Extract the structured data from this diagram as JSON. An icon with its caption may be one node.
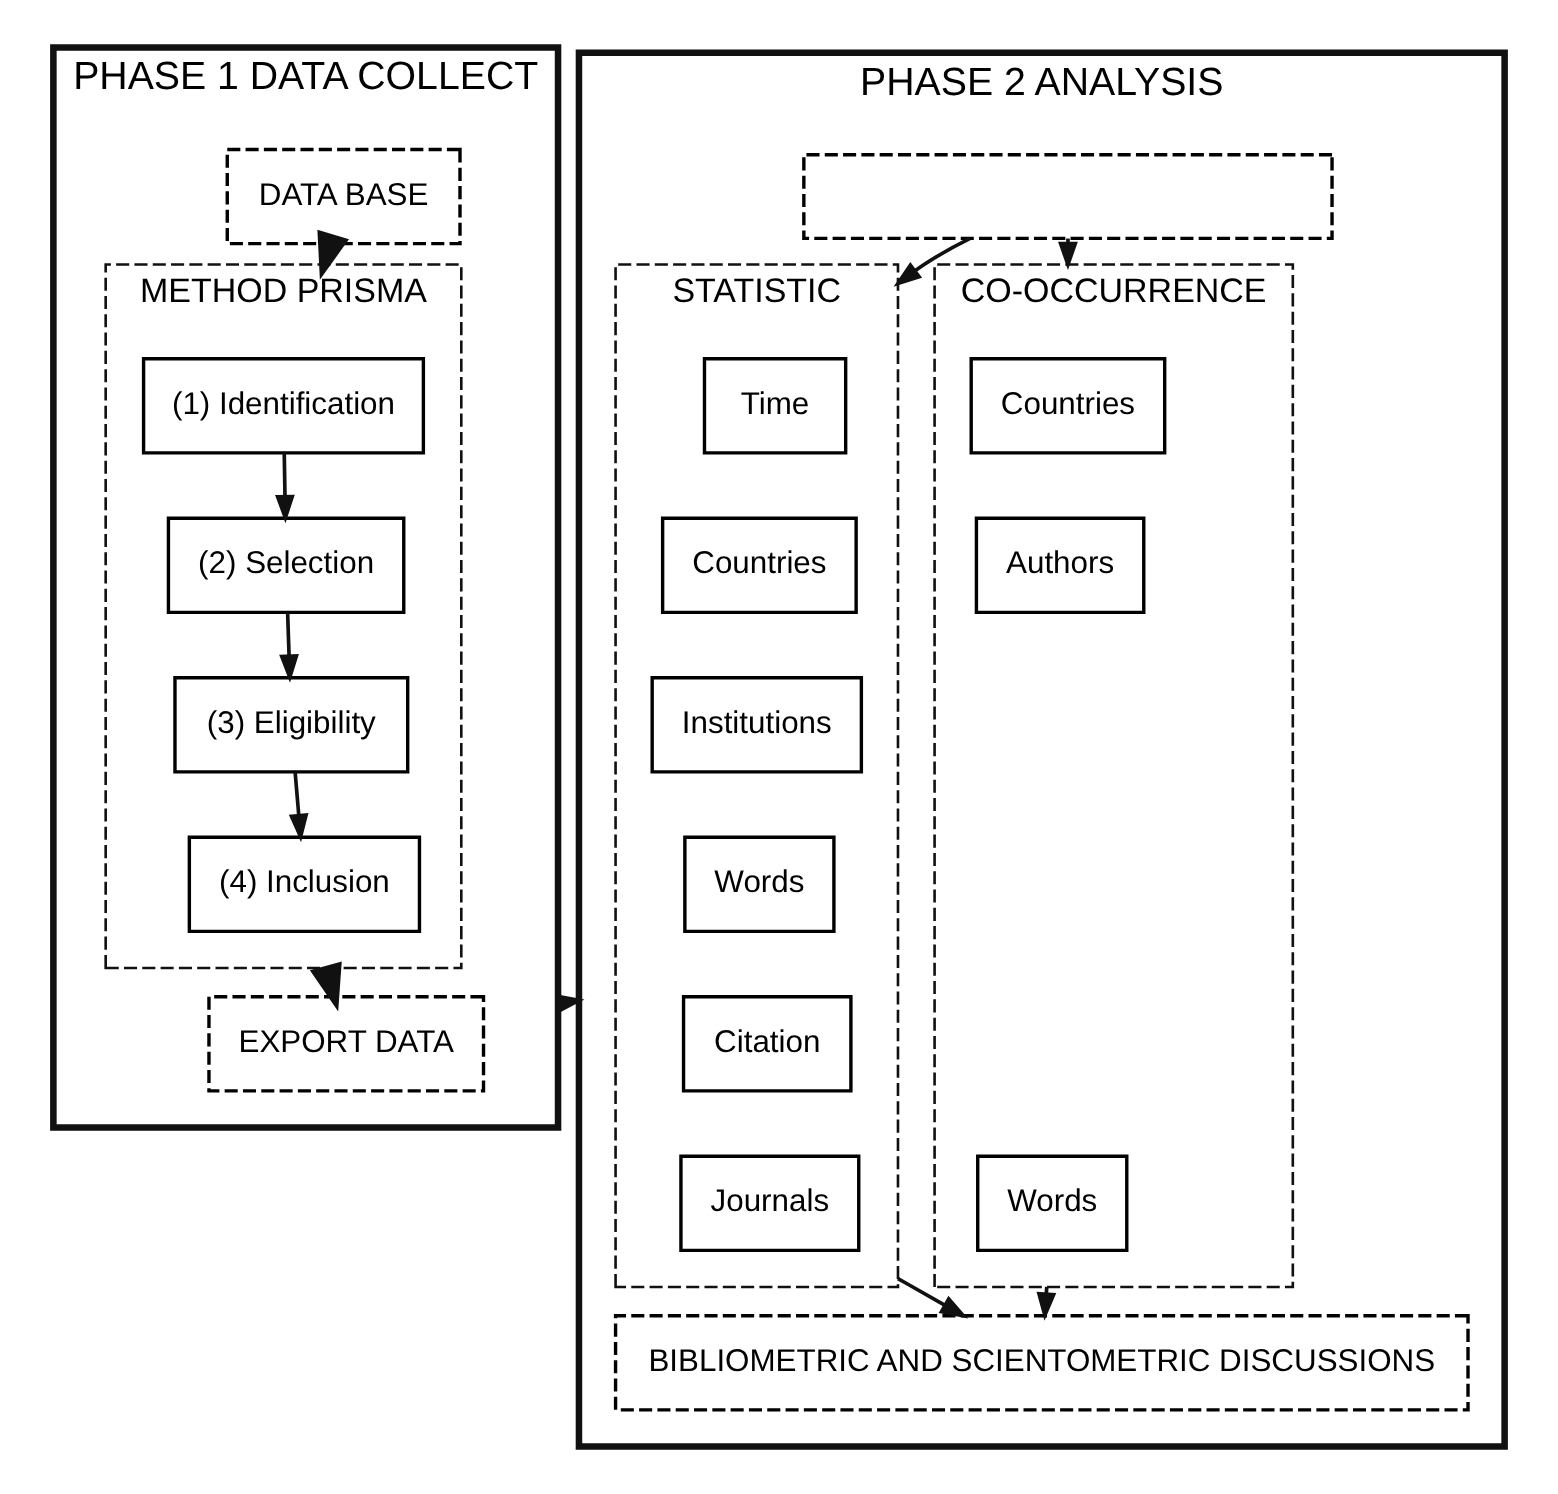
{
  "diagram": {
    "nodes": [
      {
        "text": [
          "PHASE 1 DATA COLLECT"
        ]
      },
      {
        "text": [
          "DATA BASE"
        ],
        "in": 0
      },
      {
        "text": [
          "METHOD PRISMA"
        ],
        "in": 0
      },
      {
        "text": [
          "(1) Identification"
        ],
        "in": 2
      },
      {
        "text": [
          "(2) Selection"
        ],
        "in": 2
      },
      {
        "text": [
          "(3) Eligibility"
        ],
        "in": 2
      },
      {
        "text": [
          "(4) Inclusion"
        ],
        "in": 2
      },
      {
        "text": [
          "EXPORT DATA"
        ],
        "in": 0
      },
      {
        "text": [
          "PHASE 2 ANALYSIS"
        ]
      },
      {
        "text": [],
        "shape": "box",
        "in": 8
      },
      {
        "text": [
          "STATISTIC"
        ],
        "in": 8
      },
      {
        "text": [
          "Time"
        ],
        "in": 10
      },
      {
        "text": [
          "Countries"
        ],
        "in": 10
      },
      {
        "text": [
          "Institutions"
        ],
        "in": 10
      },
      {
        "text": [
          "Words"
        ],
        "in": 10
      },
      {
        "text": [
          "Citation"
        ],
        "in": 10
      },
      {
        "text": [
          "Journals"
        ],
        "in": 10
      },
      {
        "text": [
          "CO-OCCURRENCE"
        ],
        "in": 8
      },
      {
        "text": [
          "Countries"
        ],
        "in": 17
      },
      {
        "text": [
          "Authors"
        ],
        "in": 17
      },
      {
        "text": [
          "Words"
        ],
        "in": 17
      },
      {
        "text": [
          "BIBLIOMETRIC AND SCIENTOMETRIC DISCUSSIONS"
        ],
        "in": 8
      }
    ],
    "edges": [
      {
        "from": 1,
        "to": 2,
        "arrow": "to",
        "style": "thick"
      },
      {
        "from": 3,
        "to": 4,
        "arrow": "to"
      },
      {
        "from": 4,
        "to": 5,
        "arrow": "to"
      },
      {
        "from": 5,
        "to": 6,
        "arrow": "to"
      },
      {
        "from": 2,
        "to": 7,
        "arrow": "to",
        "style": "thick"
      },
      {
        "from": 0,
        "to": 8,
        "arrow": "to"
      },
      {
        "from": 9,
        "to": 10,
        "arrow": "to"
      },
      {
        "from": 9,
        "to": 17,
        "arrow": "to"
      },
      {
        "from": 10,
        "to": 21,
        "arrow": "to"
      },
      {
        "from": 17,
        "to": 21,
        "arrow": "to"
      }
    ]
  }
}
